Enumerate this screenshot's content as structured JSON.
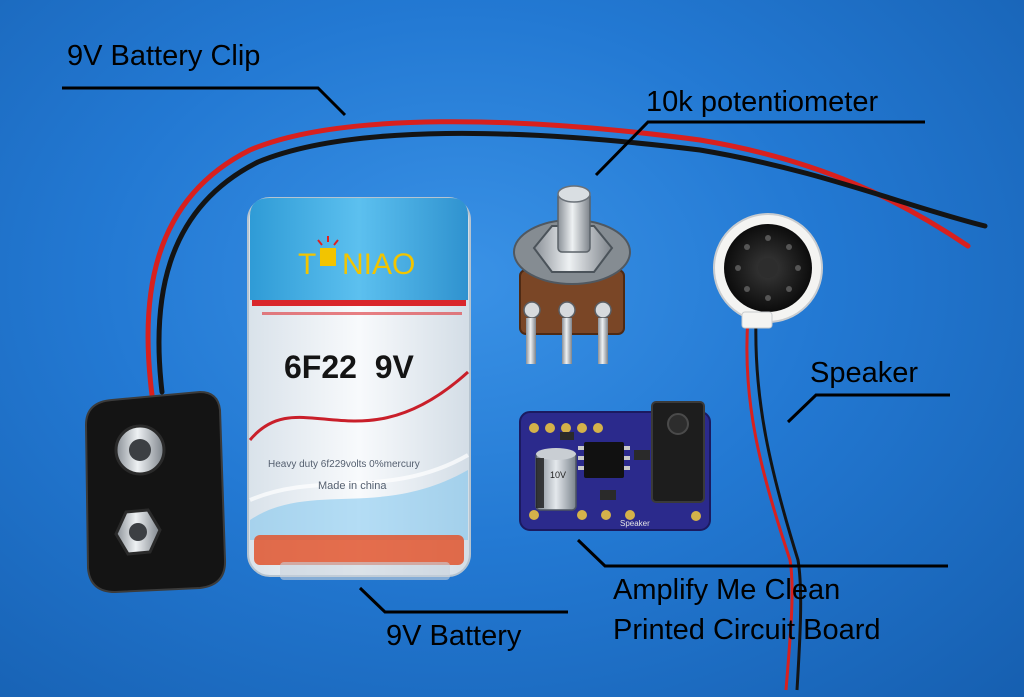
{
  "labels": {
    "battery_clip": "9V Battery Clip",
    "potentiometer": "10k potentiometer",
    "speaker": "Speaker",
    "pcb_line1": "Amplify Me Clean",
    "pcb_line2": "Printed Circuit Board",
    "battery": "9V Battery"
  },
  "battery_print": {
    "brand_left": "T",
    "brand_right": "NIAO",
    "model": "6F22  9V",
    "fine_print": "Heavy duty 6f229volts 0%mercury",
    "origin": "Made in china"
  },
  "pcb_print": {
    "capacitor": "10V",
    "speaker_pad": "Speaker"
  },
  "colors": {
    "background": "#2379d3",
    "wire_red": "#d8201e",
    "wire_black": "#141414",
    "battery_blue": "#3aa8e0",
    "battery_white": "#f1f4f7",
    "pcb_purple": "#2b2a8c",
    "label_text": "#000000"
  }
}
